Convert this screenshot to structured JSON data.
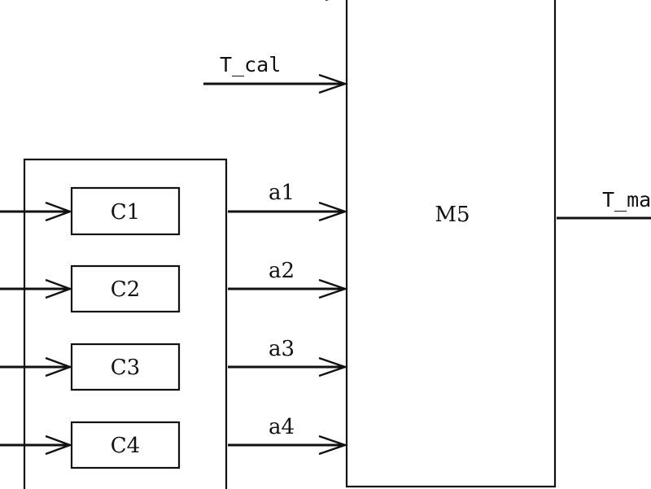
{
  "diagram": {
    "module": {
      "label": "M5"
    },
    "inputs": {
      "t_cal": "T_cal"
    },
    "output": {
      "label": "T_ma"
    },
    "blocks": [
      {
        "label": "C1",
        "output": "a1"
      },
      {
        "label": "C2",
        "output": "a2"
      },
      {
        "label": "C3",
        "output": "a3"
      },
      {
        "label": "C4",
        "output": "a4"
      }
    ],
    "colors": {
      "line": "#111111",
      "background": "#ffffff"
    }
  }
}
